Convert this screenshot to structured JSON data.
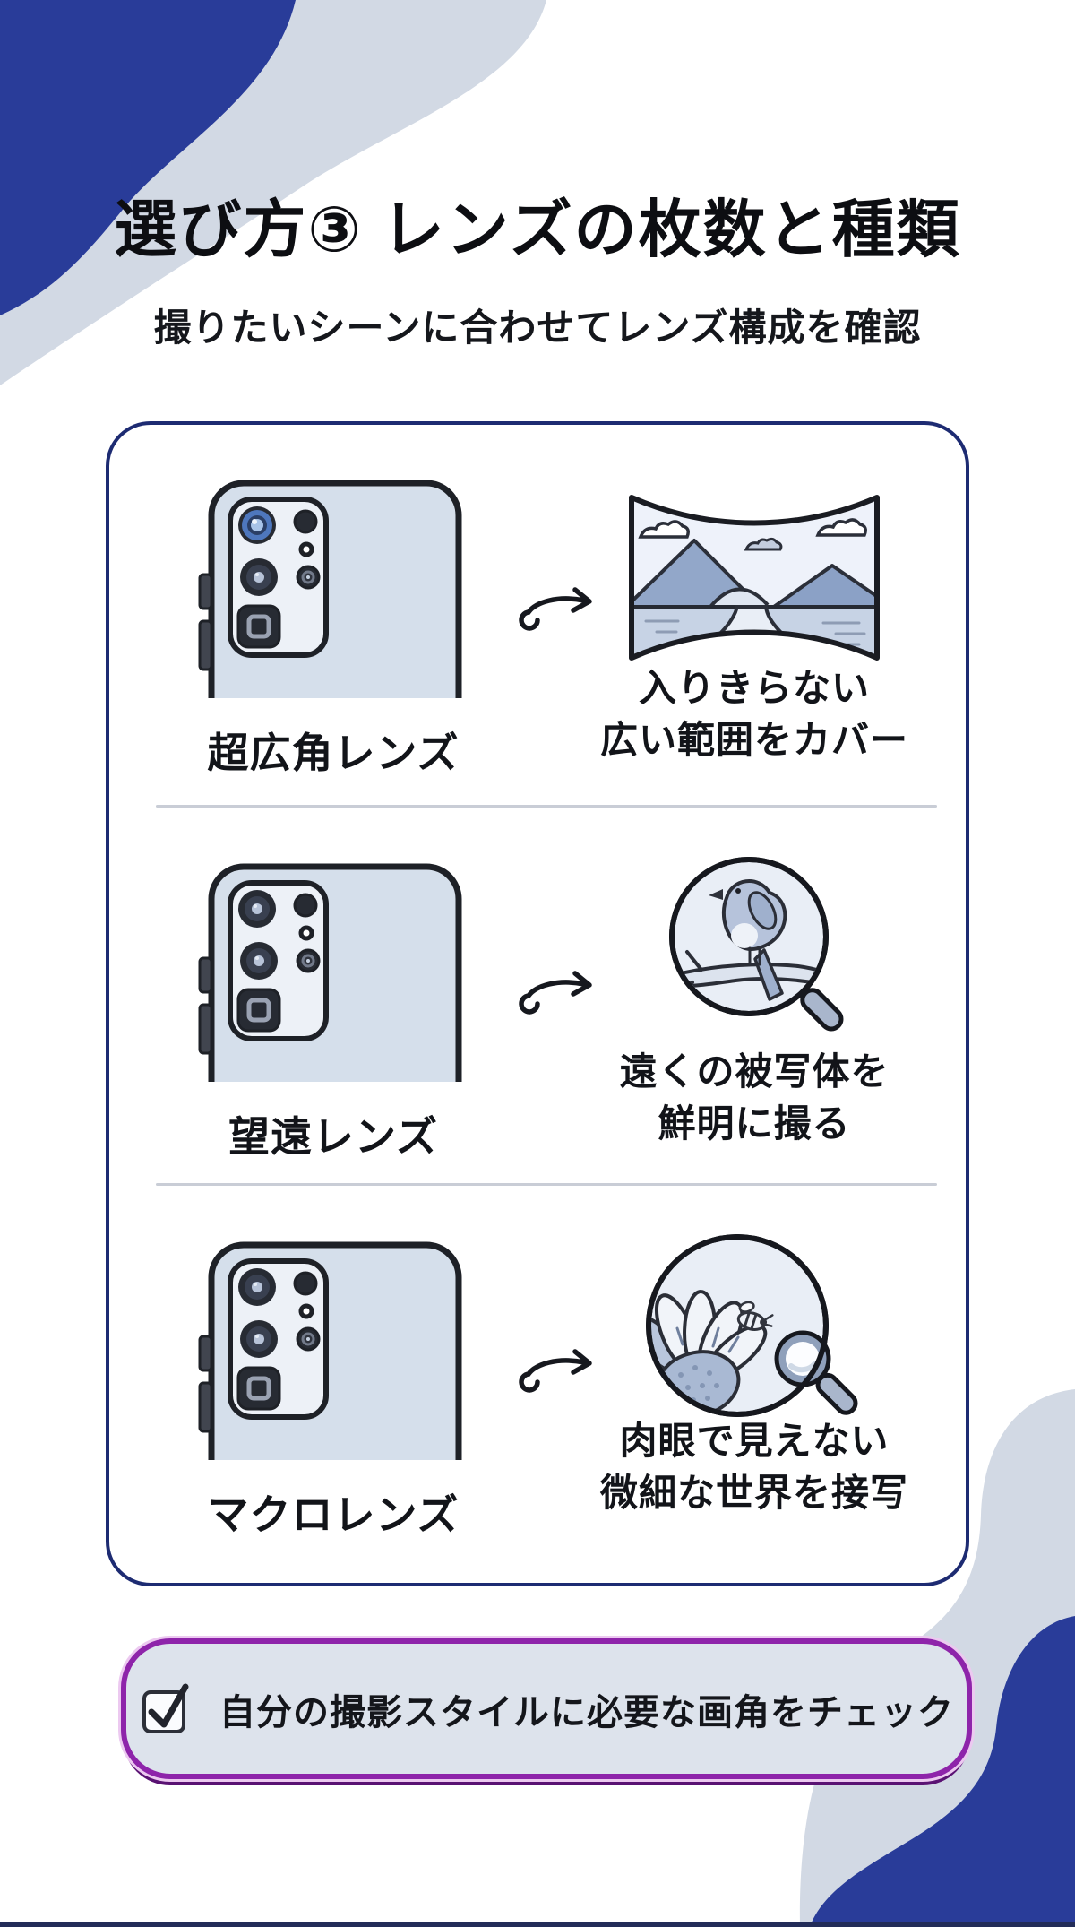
{
  "header": {
    "title": "選び方③ レンズの枚数と種類",
    "subtitle": "撮りたいシーンに合わせてレンズ構成を確認"
  },
  "rows": [
    {
      "lens_label": "超広角レンズ",
      "caption_line1": "入りきらない",
      "caption_line2": "広い範囲をカバー",
      "figure": "curved-panorama-landscape-illustration",
      "phone_highlight_lens": "ultra-wide"
    },
    {
      "lens_label": "望遠レンズ",
      "caption_line1": "遠くの被写体を",
      "caption_line2": "鮮明に撮る",
      "figure": "bird-on-branch-in-magnifier-illustration",
      "phone_highlight_lens": "none"
    },
    {
      "lens_label": "マクロレンズ",
      "caption_line1": "肉眼で見えない",
      "caption_line2": "微細な世界を接写",
      "figure": "flower-with-bee-and-magnifier-illustration",
      "phone_highlight_lens": "none"
    }
  ],
  "checklist": {
    "checked": true,
    "text": "自分の撮影スタイルに必要な画角をチェック"
  },
  "colors": {
    "navy_blob": "#293c99",
    "grey_blob": "#d2d9e4",
    "card_border": "#1d2b72",
    "divider": "#c9cdd6",
    "pill_border": "#8e24aa",
    "pill_halo": "#ecc9f0",
    "pill_shadow": "#5a1273",
    "pill_background": "#dde3ec",
    "phone_body": "#d5dfeb",
    "illustration_light": "#e9eef6",
    "outline": "#1e2127",
    "text": "#101216"
  }
}
